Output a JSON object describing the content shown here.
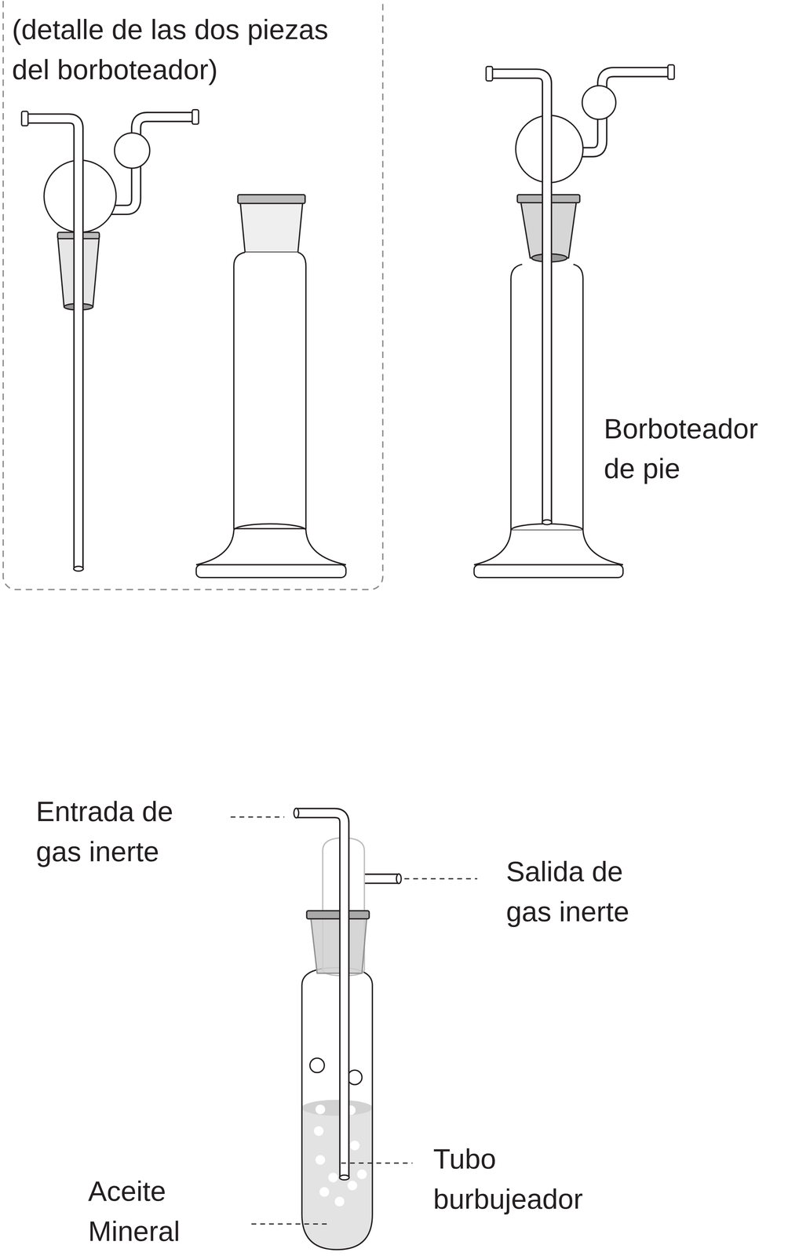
{
  "diagram": {
    "labels": [
      "(detalle de las dos piezas del borboteador)",
      "Borboteador de pie",
      "Entrada de gas inerte",
      "Salida de gas inerte",
      "Tubo burbujeador",
      "Aceite Mineral"
    ]
  }
}
